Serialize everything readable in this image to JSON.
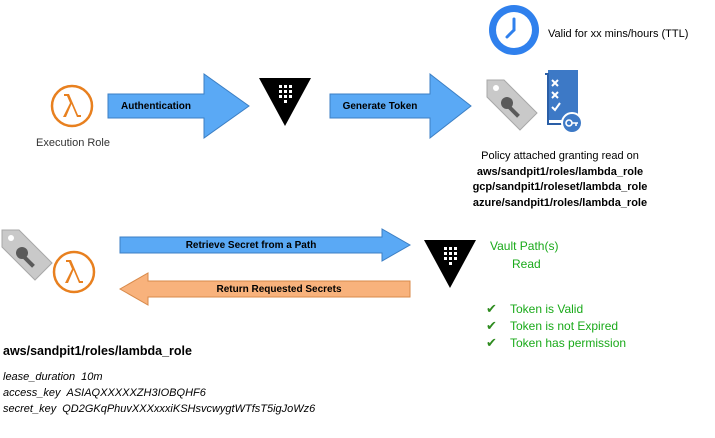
{
  "ttl": {
    "icon": "clock-icon",
    "text": "Valid for xx mins/hours (TTL)",
    "color": "#2f80ed"
  },
  "execution_role": {
    "icon": "lambda-icon",
    "label": "Execution Role",
    "color": "#e8801f"
  },
  "arrows": {
    "authentication": "Authentication",
    "generate_token": "Generate Token",
    "retrieve_secret": "Retrieve Secret from a Path",
    "return_secrets": "Return Requested Secrets",
    "blue_color": "#5aa9f5",
    "orange_color": "#f8b27c"
  },
  "policy": {
    "line1": "Policy attached granting read on",
    "paths": [
      "aws/sandpit1/roles/lambda_role",
      "gcp/sandpit1/roleset/lambda_role",
      "azure/sandpit1/roles/lambda_role"
    ]
  },
  "vault_path": {
    "title": "Vault Path(s)",
    "permission": "Read",
    "color": "#1aaa1a"
  },
  "checks": [
    "Token is Valid",
    "Token is not Expired",
    "Token has permission"
  ],
  "secret": {
    "path": "aws/sandpit1/roles/lambda_role",
    "fields": [
      {
        "key": "lease_duration",
        "value": "10m"
      },
      {
        "key": "access_key",
        "value": "ASIAQXXXXXZH3IOBQHF6"
      },
      {
        "key": "secret_key",
        "value": "QD2GKqPhuvXXXxxxiKSHsvcwygtWTfsT5igJoWz6"
      }
    ]
  }
}
